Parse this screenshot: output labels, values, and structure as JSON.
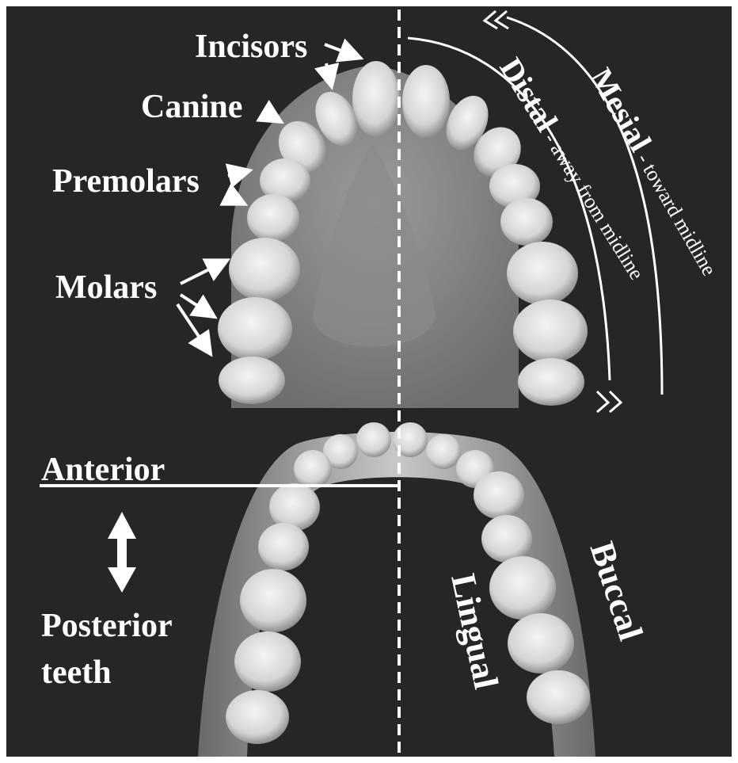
{
  "labels": {
    "incisors": "Incisors",
    "canine": "Canine",
    "premolars": "Premolars",
    "molars": "Molars",
    "anterior": "Anterior",
    "posterior_line1": "Posterior",
    "posterior_line2": "teeth",
    "lingual": "Lingual",
    "buccal": "Buccal",
    "distal": "Distal",
    "distal_desc": " - away from midline",
    "mesial": "Mesial",
    "mesial_desc": " - toward midline"
  },
  "colors": {
    "background": "#262626",
    "frame": "#ffffff",
    "text": "#ffffff",
    "bone": "#b9b9b9",
    "tooth": "#e2e2e2"
  },
  "icons": {
    "double_arrow": "vertical-double-arrow-icon",
    "chevrons": "double-chevron-icon"
  }
}
